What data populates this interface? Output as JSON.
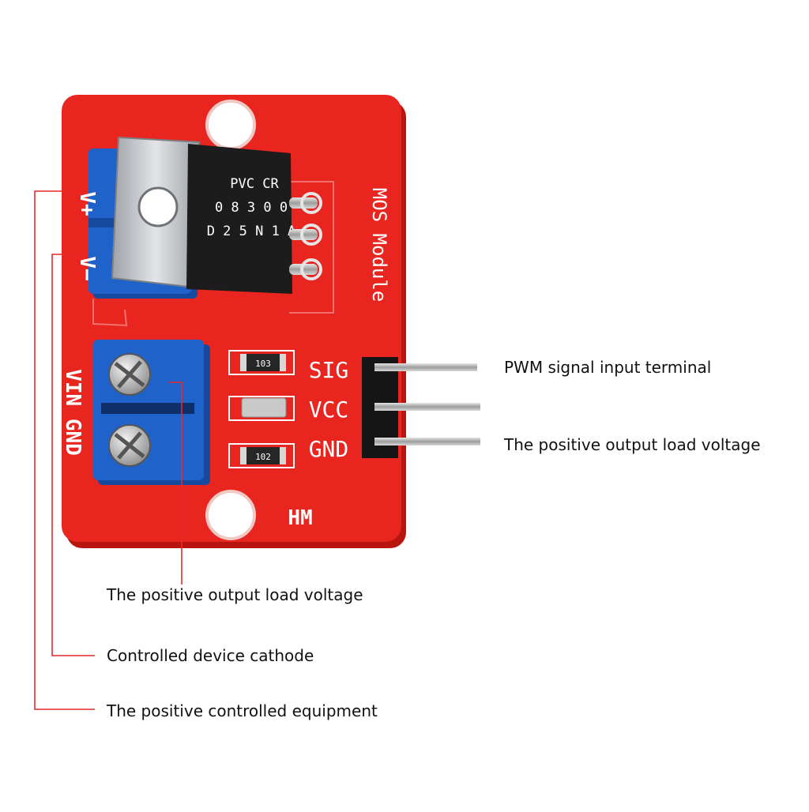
{
  "colors": {
    "pcb": "#e8261f",
    "pcb_shadow": "#b81510",
    "terminal_blue": "#1f62c9",
    "terminal_blue_dark": "#164a9e",
    "heatsink": "#c6c8cc",
    "mosfet_body": "#1c1c1c",
    "callout_line": "#e52a2a",
    "pin_metal": "#c0c0c0"
  },
  "board": {
    "module_name": "MOS Module",
    "logo": "HM",
    "terminal_top_pos": "V+",
    "terminal_top_neg": "V−",
    "terminal_bottom_labels": "VIN GND",
    "pin_labels": [
      "SIG",
      "VCC",
      "GND"
    ],
    "resistor_codes": [
      "103",
      "",
      "102"
    ],
    "chip_marking": [
      "PVC CR",
      "0 8 3 0 0",
      "D 2 5 N 1 A"
    ]
  },
  "callouts": {
    "pin_sig": "PWM signal input terminal",
    "pin_gnd": "The positive output load voltage",
    "vin_terminal": "The positive output load voltage",
    "v_minus": "Controlled device cathode",
    "v_plus": "The positive controlled equipment"
  }
}
